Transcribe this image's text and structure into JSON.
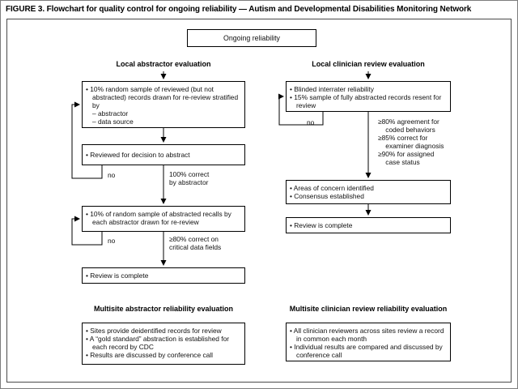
{
  "figure_title": "FIGURE 3. Flowchart for quality control for ongoing reliability — Autism and Developmental Disabilities Monitoring Network",
  "root_box": "Ongoing reliability",
  "left_column": {
    "header": "Local abstractor evaluation",
    "sample_box": {
      "items": [
        "• 10% random sample of reviewed (but not abstracted) records drawn for re-review stratified by",
        "– abstractor",
        "– data source"
      ]
    },
    "decision_box": "• Reviewed for decision to abstract",
    "no_label_1": "no",
    "yes_label_1": "100% correct\nby abstractor",
    "recall_box": "• 10% of random sample of abstracted recalls by each abstractor drawn for re-review",
    "no_label_2": "no",
    "yes_label_2": "≥80% correct on\ncritical data fields",
    "complete_box": "• Review is complete",
    "multisite_header": "Multisite abstractor reliability evaluation",
    "multisite_box": {
      "items": [
        "• Sites provide deidentified records for review",
        "• A “gold standard” abstraction is established for each record by CDC",
        "• Results are discussed by conference call"
      ]
    }
  },
  "right_column": {
    "header": "Local clinician review evaluation",
    "reliability_box": {
      "items": [
        "• Blinded interrater reliability",
        "• 15% sample of fully abstracted records resent for review"
      ]
    },
    "no_label": "no",
    "criteria_label": "≥80% agreement for\n    coded behaviors\n≥85% correct for\n    examiner diagnosis\n≥90% for assigned\n    case status",
    "concern_box": {
      "items": [
        "• Areas of concern identified",
        "• Consensus established"
      ]
    },
    "complete_box": "• Review is complete",
    "multisite_header": "Multisite clinician review reliability evaluation",
    "multisite_box": {
      "items": [
        "• All clinician reviewers across sites review a record in common each month",
        "• Individual results are compared and discussed by conference call"
      ]
    }
  }
}
